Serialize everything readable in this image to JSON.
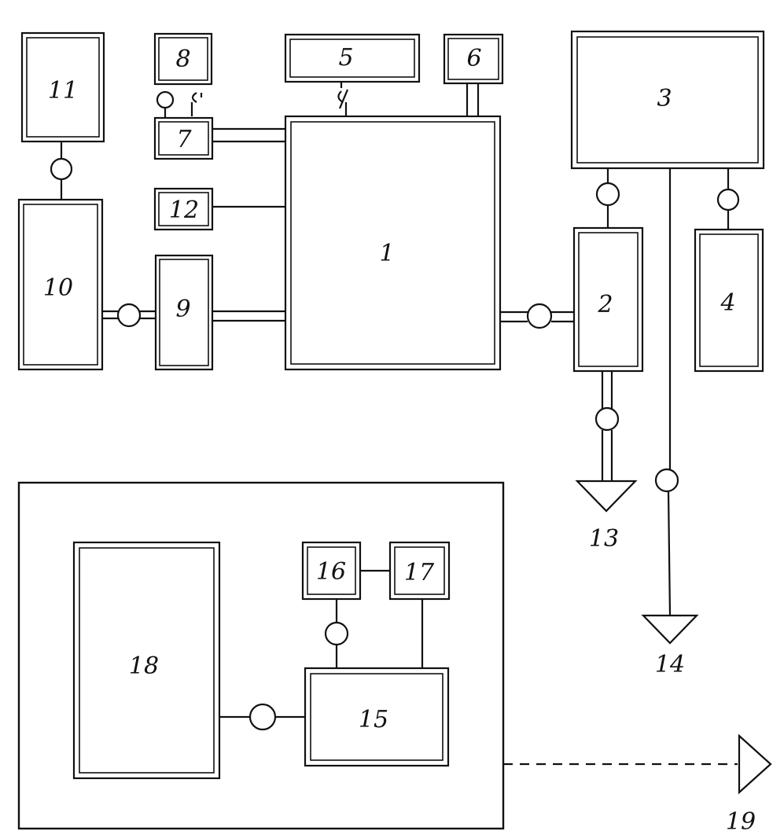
{
  "blocks": [
    {
      "id": "1",
      "label": "1"
    },
    {
      "id": "2",
      "label": "2"
    },
    {
      "id": "3",
      "label": "3"
    },
    {
      "id": "4",
      "label": "4"
    },
    {
      "id": "5",
      "label": "5"
    },
    {
      "id": "6",
      "label": "6"
    },
    {
      "id": "7",
      "label": "7"
    },
    {
      "id": "8",
      "label": "8"
    },
    {
      "id": "9",
      "label": "9"
    },
    {
      "id": "10",
      "label": "10"
    },
    {
      "id": "11",
      "label": "11"
    },
    {
      "id": "12",
      "label": "12"
    },
    {
      "id": "15",
      "label": "15"
    },
    {
      "id": "16",
      "label": "16"
    },
    {
      "id": "17",
      "label": "17"
    },
    {
      "id": "18",
      "label": "18"
    }
  ],
  "outputs": [
    {
      "id": "13",
      "label": "13"
    },
    {
      "id": "14",
      "label": "14"
    },
    {
      "id": "19",
      "label": "19"
    }
  ]
}
